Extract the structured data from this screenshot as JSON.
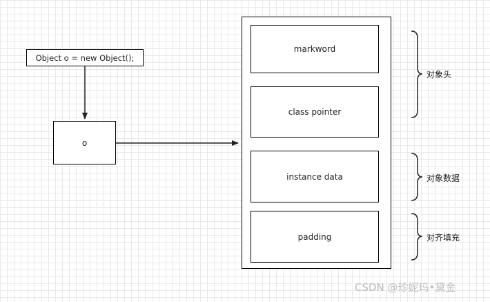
{
  "diagram": {
    "code_statement": "Object o = new Object();",
    "reference_label": "o",
    "object_fields": {
      "markword": "markword",
      "class_pointer": "class pointer",
      "instance_data": "instance data",
      "padding": "padding"
    },
    "groups": {
      "object_header": "对象头",
      "instance_data": "对象数据",
      "alignment_padding": "对齐填充"
    }
  },
  "watermark": "CSDN @珍妮玛•黛金"
}
